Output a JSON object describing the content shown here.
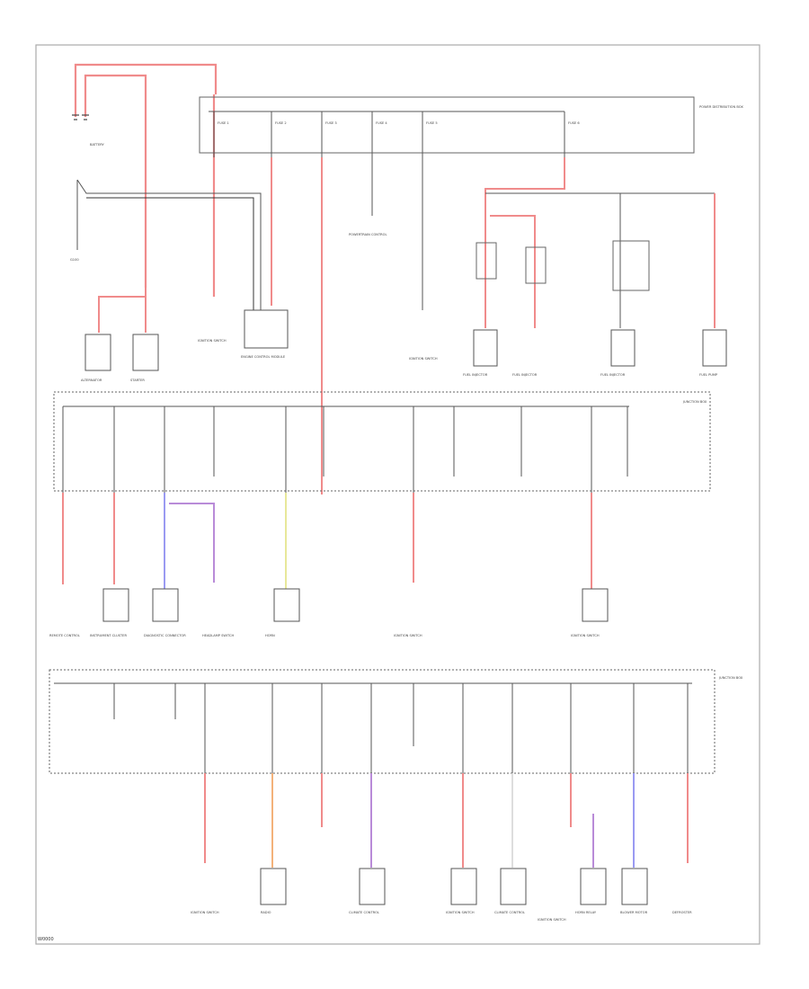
{
  "colors": {
    "frame": "#aaaaaa",
    "wire_black": "#333333",
    "wire_gray": "#9a9a9a",
    "wire_red": "#f08b8b",
    "wire_blue": "#9a9af2",
    "wire_violet": "#b98bd8",
    "wire_yellow": "#e8e89a",
    "wire_orange": "#f3b27a",
    "background": "#ffffff"
  },
  "figure_code": "W0000",
  "battery": {
    "label": "BATTERY"
  },
  "ground_labels": {
    "left": "G100"
  },
  "charging": {
    "alternator": "ALTERNATOR",
    "starter": "STARTER"
  },
  "top_box_title": "POWER DISTRIBUTION BOX",
  "mid_box_title": "JUNCTION BOX",
  "bottom_box_title": "JUNCTION BOX",
  "fuses_top": [
    "FUSE 1",
    "FUSE 2",
    "FUSE 3",
    "FUSE 4",
    "FUSE 5",
    "FUSE 6"
  ],
  "components_top": [
    "IGNITION SWITCH",
    "ENGINE CONTROL MODULE",
    "POWERTRAIN CONTROL",
    "IGNITION SWITCH",
    "FUEL INJECTOR",
    "FUEL INJECTOR",
    "FUEL INJECTOR",
    "FUEL PUMP"
  ],
  "components_mid": [
    "REMOTE CONTROL",
    "INSTRUMENT CLUSTER",
    "DIAGNOSTIC CONNECTOR",
    "HORN",
    "HEADLAMP SWITCH",
    "IGNITION SWITCH",
    "IGNITION SWITCH"
  ],
  "components_bottom": [
    "IGNITION SWITCH",
    "RADIO",
    "CLIMATE CONTROL",
    "IGNITION SWITCH",
    "CLIMATE CONTROL",
    "IGNITION SWITCH",
    "HORN RELAY",
    "BLOWER MOTOR",
    "DEFROSTER"
  ]
}
